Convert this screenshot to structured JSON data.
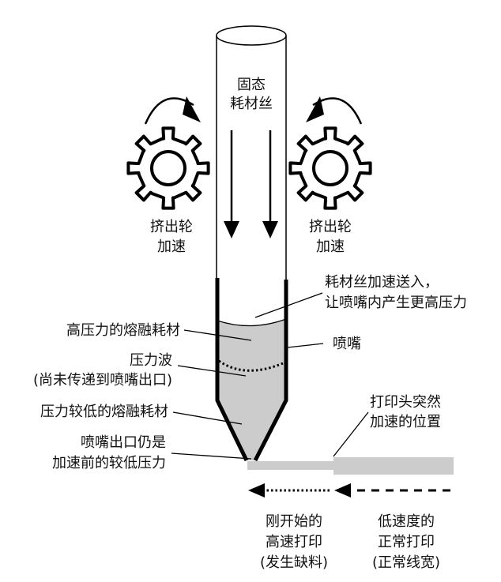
{
  "colors": {
    "ink": "#000000",
    "melt_fill": "#cccccc",
    "extrusion_line": "#cccccc",
    "background": "#ffffff"
  },
  "filament": {
    "label_lines": [
      "固态",
      "耗材丝"
    ]
  },
  "gears": {
    "left": {
      "label_lines": [
        "挤出轮",
        "加速"
      ],
      "rotation": "clockwise"
    },
    "right": {
      "label_lines": [
        "挤出轮",
        "加速"
      ],
      "rotation": "counterclockwise"
    }
  },
  "callouts": {
    "feed": [
      "耗材丝加速送入，",
      "让喷嘴内产生更高压力"
    ],
    "high_pressure": [
      "高压力的熔融耗材"
    ],
    "nozzle": [
      "喷嘴"
    ],
    "pressure_wave": [
      "压力波",
      "(尚未传递到喷嘴出口)"
    ],
    "low_pressure": [
      "压力较低的熔融耗材"
    ],
    "exit_pressure": [
      "喷嘴出口仍是",
      "加速前的较低压力"
    ],
    "accel_position": [
      "打印头突然",
      "加速的位置"
    ]
  },
  "bottom": {
    "left_caption": [
      "刚开始的",
      "高速打印",
      "(发生缺料)"
    ],
    "right_caption": [
      "低速度的",
      "正常打印",
      "(正常线宽)"
    ],
    "left_arrow_style": "dotted",
    "right_arrow_style": "dashed"
  }
}
